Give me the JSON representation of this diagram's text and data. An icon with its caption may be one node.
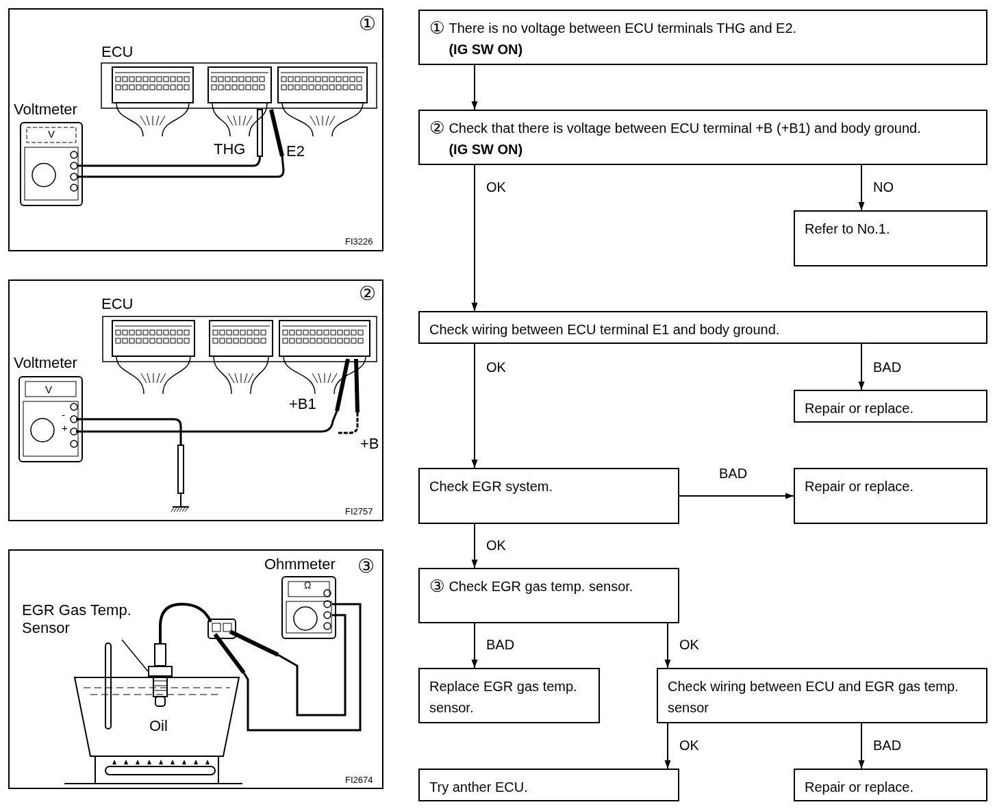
{
  "diagram": {
    "nodes": [
      {
        "text": [
          "①",
          "ECU",
          "Voltmeter",
          "V",
          "THG",
          "E2",
          "FI3226"
        ]
      },
      {
        "text": [
          "②",
          "ECU",
          "Voltmeter",
          "V",
          "-",
          "+",
          "+B1",
          "+B",
          "FI2757"
        ]
      },
      {
        "text": [
          "③",
          "Ohmmeter",
          "Ω",
          "Oil",
          "FI2674"
        ]
      },
      {
        "text": [
          "EGR Gas Temp. Sensor"
        ],
        "in": 2
      },
      {
        "text": [],
        "shape": "picture",
        "in": 2
      },
      {
        "text": [
          "①",
          "There is no voltage between ECU terminals THG and E2. **(IG SW ON)**"
        ]
      },
      {
        "text": [
          "②",
          "Check that there is voltage between ECU terminal +B (+B1) and body ground. **(IG SW ON)**"
        ]
      },
      {
        "text": [
          "Refer to No.1."
        ]
      },
      {
        "text": [
          "Check wiring between ECU terminal E1 and body ground."
        ]
      },
      {
        "text": [
          "Repair or replace."
        ]
      },
      {
        "text": [
          "Check EGR system."
        ]
      },
      {
        "text": [
          "Repair or replace."
        ]
      },
      {
        "text": [
          "③",
          "Check EGR gas temp. sensor."
        ]
      },
      {
        "text": [
          "Replace EGR gas temp. sensor."
        ]
      },
      {
        "text": [
          "Check wiring between ECU and EGR gas temp. sensor"
        ]
      },
      {
        "text": [
          "Try anther ECU."
        ]
      },
      {
        "text": [
          "Repair or replace."
        ]
      }
    ],
    "edges": [
      {
        "from": 5,
        "to": 6,
        "arrow": "to"
      },
      {
        "from": 6,
        "to": 8,
        "label": "OK",
        "arrow": "to"
      },
      {
        "from": 6,
        "to": 7,
        "label": "NO",
        "arrow": "to"
      },
      {
        "from": 8,
        "to": 10,
        "label": "OK",
        "arrow": "to"
      },
      {
        "from": 8,
        "to": 9,
        "label": "BAD",
        "arrow": "to"
      },
      {
        "from": 10,
        "to": 11,
        "label": "BAD",
        "arrow": "to"
      },
      {
        "from": 10,
        "to": 12,
        "label": "OK",
        "arrow": "to"
      },
      {
        "from": 12,
        "to": 13,
        "label": "BAD",
        "arrow": "to"
      },
      {
        "from": 12,
        "to": 14,
        "label": "OK",
        "arrow": "to"
      },
      {
        "from": 14,
        "to": 15,
        "label": "OK",
        "arrow": "to"
      },
      {
        "from": 14,
        "to": 16,
        "label": "BAD",
        "arrow": "to"
      },
      {
        "from": 3,
        "to": 4,
        "arrow": "none"
      }
    ]
  }
}
